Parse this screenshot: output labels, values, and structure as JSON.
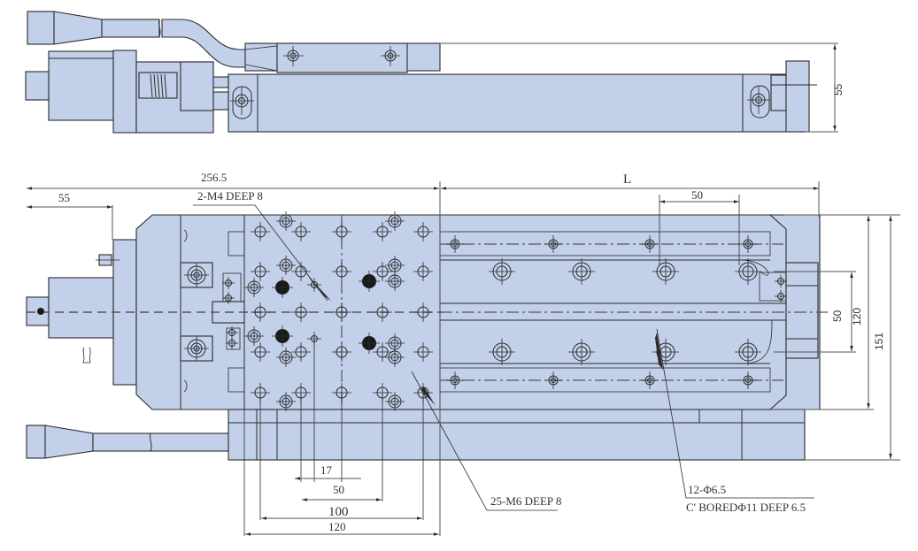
{
  "drawing": {
    "title": "Linear stage outline drawing",
    "side_view": {
      "height_label": "55"
    },
    "top_view": {
      "dimensions": {
        "overall_left": "256.5",
        "motor_offset": "55",
        "stroke_length": "L",
        "hole_pitch_top": "50",
        "center_width": "50",
        "rail_width": "120",
        "total_width": "151",
        "pitch_17": "17",
        "pitch_50": "50",
        "pitch_100": "100",
        "table_120": "120"
      },
      "callouts": {
        "m4_holes": "2-M4 DEEP 8",
        "m6_holes": "25-M6 DEEP 8",
        "bored_holes_line1": "12-Φ6.5",
        "bored_holes_line2": "C' BOREDΦ11 DEEP 6.5"
      }
    },
    "colors": {
      "part_fill": "#c2d0ea",
      "line": "#2b2b2b"
    }
  }
}
